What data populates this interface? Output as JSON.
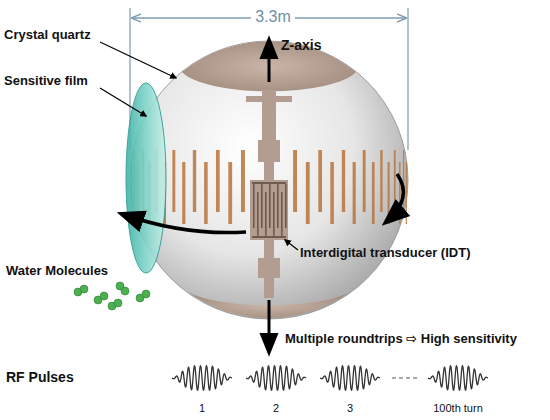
{
  "diagram": {
    "labels": [
      "3.3m",
      "Z-axis",
      "Crystal quartz",
      "Sensitive film",
      "Water Molecules",
      "Interdigital transducer (IDT)",
      "Multiple roundtrips ⇨ High sensitivity",
      "RF Pulses",
      "1",
      "2",
      "3",
      "100th turn"
    ]
  }
}
